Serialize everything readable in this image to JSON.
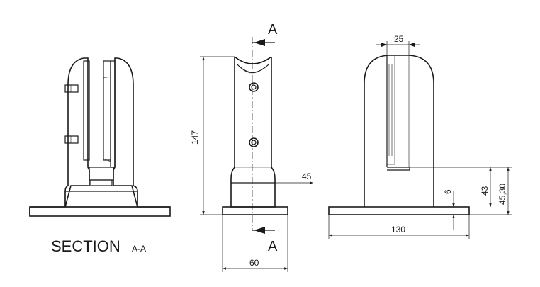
{
  "section_view": {
    "title": "SECTION",
    "suffix": "A-A"
  },
  "front_view": {
    "section_marker_top": "A",
    "section_marker_bottom": "A",
    "dim_height": "147",
    "dim_base_width": "60",
    "dim_body_width": "45"
  },
  "side_view": {
    "dim_slot_width": "25",
    "dim_base_length": "130",
    "dim_base_thickness": "6",
    "dim_slot_bottom": "43",
    "dim_slot_bottom_total": "45,30"
  }
}
